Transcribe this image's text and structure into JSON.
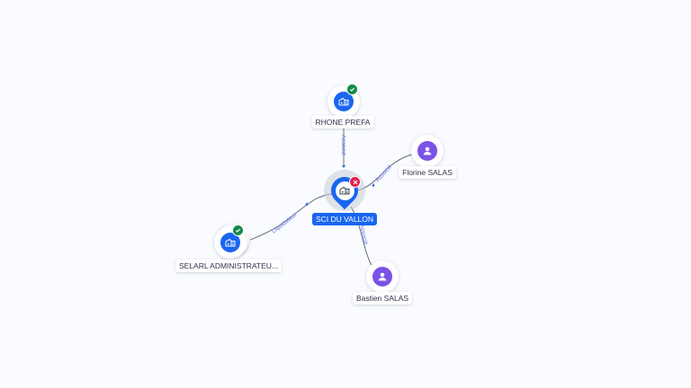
{
  "graph": {
    "nodes": [
      {
        "id": "sci-du-vallon",
        "label": "SCI DU VALLON",
        "type": "company",
        "central": true,
        "status": "error",
        "icon": "building-icon",
        "status_icon": "close-icon"
      },
      {
        "id": "rhone-prefa",
        "label": "RHONE PREFA",
        "type": "company",
        "status": "ok",
        "icon": "building-icon",
        "status_icon": "check-icon"
      },
      {
        "id": "florine-salas",
        "label": "Florine SALAS",
        "type": "person",
        "icon": "person-icon"
      },
      {
        "id": "selarl",
        "label": "SELARL ADMINISTRATEU...",
        "type": "company",
        "status": "ok",
        "stacked": true,
        "icon": "building-icon",
        "status_icon": "check-icon"
      },
      {
        "id": "bastien-salas",
        "label": "Bastien SALAS",
        "type": "person",
        "icon": "person-icon"
      }
    ],
    "edges": [
      {
        "from": "rhone-prefa",
        "to": "sci-du-vallon",
        "label": "Associé"
      },
      {
        "from": "florine-salas",
        "to": "sci-du-vallon",
        "label": "Associé"
      },
      {
        "from": "selarl",
        "to": "sci-du-vallon",
        "label": "Liquidateur"
      },
      {
        "from": "sci-du-vallon",
        "to": "bastien-salas",
        "label": "Associé"
      }
    ]
  },
  "colors": {
    "company": "#1a66f0",
    "person": "#7b52e6",
    "ok_badge": "#138a48",
    "error_badge": "#e0234e",
    "edge_label": "#5b6ee8",
    "background": "#f9fbfe"
  }
}
